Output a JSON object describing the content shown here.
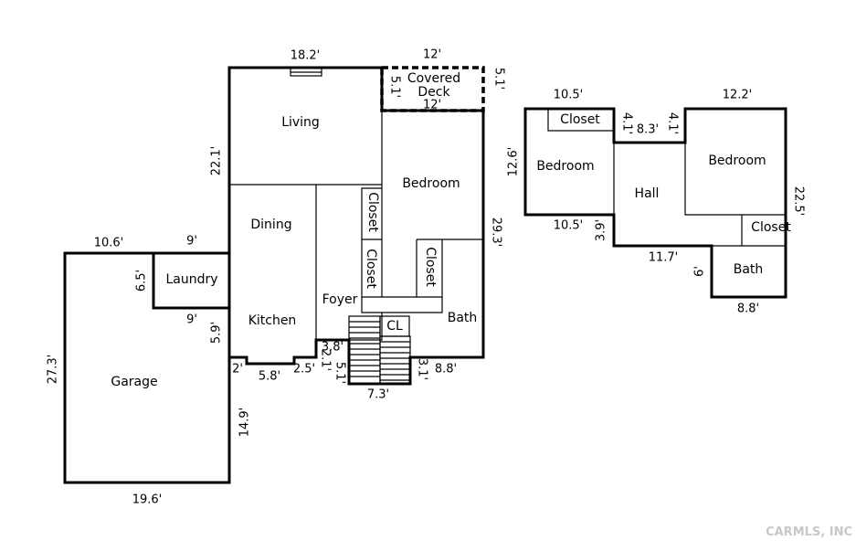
{
  "rooms": {
    "living": "Living",
    "covered_deck": "Covered\nDeck",
    "bedroom_main": "Bedroom",
    "dining": "Dining",
    "kitchen": "Kitchen",
    "laundry": "Laundry",
    "garage": "Garage",
    "foyer": "Foyer",
    "bath_main": "Bath",
    "closet_a": "Closet",
    "closet_b": "Closet",
    "closet_c": "Closet",
    "cl": "CL",
    "bedroom_left_up": "Bedroom",
    "bedroom_right_up": "Bedroom",
    "hall": "Hall",
    "closet_left_up": "Closet",
    "closet_right_up": "Closet",
    "bath_up": "Bath"
  },
  "dimensions": {
    "living_top": "18.2'",
    "deck_top": "12'",
    "deck_bottom": "12'",
    "deck_right": "5.1'",
    "deck_left": "5.1'",
    "living_left": "22.1'",
    "bedroom_right": "29.3'",
    "garage_top": "10.6'",
    "laundry_top": "9'",
    "laundry_left": "6.5'",
    "laundry_bottom": "9'",
    "kitchen_left": "5.9'",
    "garage_left": "27.3'",
    "garage_right": "14.9'",
    "garage_bottom": "19.6'",
    "step_2": "2'",
    "kitchen_bottom": "5.8'",
    "step_2_5": "2.5'",
    "foyer_3_8": "3.8'",
    "foyer_2_1": "2.1'",
    "foyer_5_1": "5.1'",
    "stair_bottom": "7.3'",
    "bath_3_1": "3.1'",
    "bath_bottom": "8.8'",
    "up_left_top": "10.5'",
    "up_left_side": "12.6'",
    "up_left_bottom": "10.5'",
    "up_4_1_a": "4.1'",
    "up_8_3": "8.3'",
    "up_4_1_b": "4.1'",
    "up_right_top": "12.2'",
    "up_right_side": "22.5'",
    "up_3_9": "3.9'",
    "up_11_7": "11.7'",
    "up_6": "6'",
    "up_8_8": "8.8'"
  },
  "watermark": "CARMLS, INC"
}
